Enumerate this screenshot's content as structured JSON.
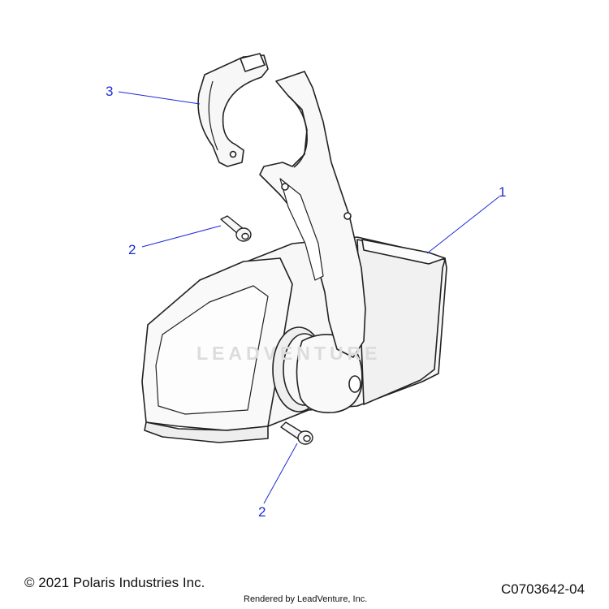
{
  "callouts": {
    "part_1": "1",
    "part_2_upper": "2",
    "part_2_lower": "2",
    "part_3": "3"
  },
  "footer": {
    "copyright": "© 2021 Polaris Industries Inc.",
    "rendered_by": "Rendered by LeadVenture, Inc.",
    "diagram_code": "C0703642-04"
  },
  "watermark": "LEADVENTURE",
  "colors": {
    "callout": "#1f2bd6",
    "outline": "#222222",
    "fill": "#f6f6f6"
  }
}
